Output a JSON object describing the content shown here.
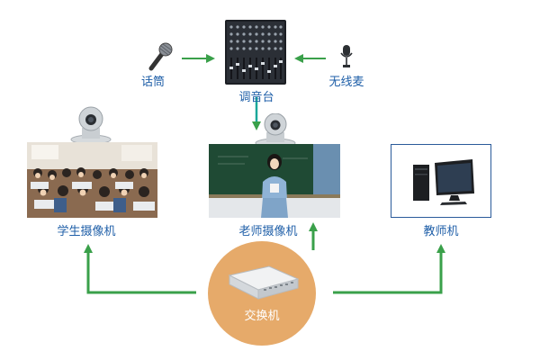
{
  "nodes": {
    "handheld_mic": "话筒",
    "mixer": "调音台",
    "wireless_mic": "无线麦",
    "student_camera": "学生摄像机",
    "teacher_camera": "老师摄像机",
    "teacher_pc": "教师机",
    "switch": "交换机"
  },
  "colors": {
    "arrow": "#3aa04a",
    "label": "#1f5fa8",
    "switch_circle": "#e6aa6a",
    "frame_border": "#2a5a9a"
  }
}
